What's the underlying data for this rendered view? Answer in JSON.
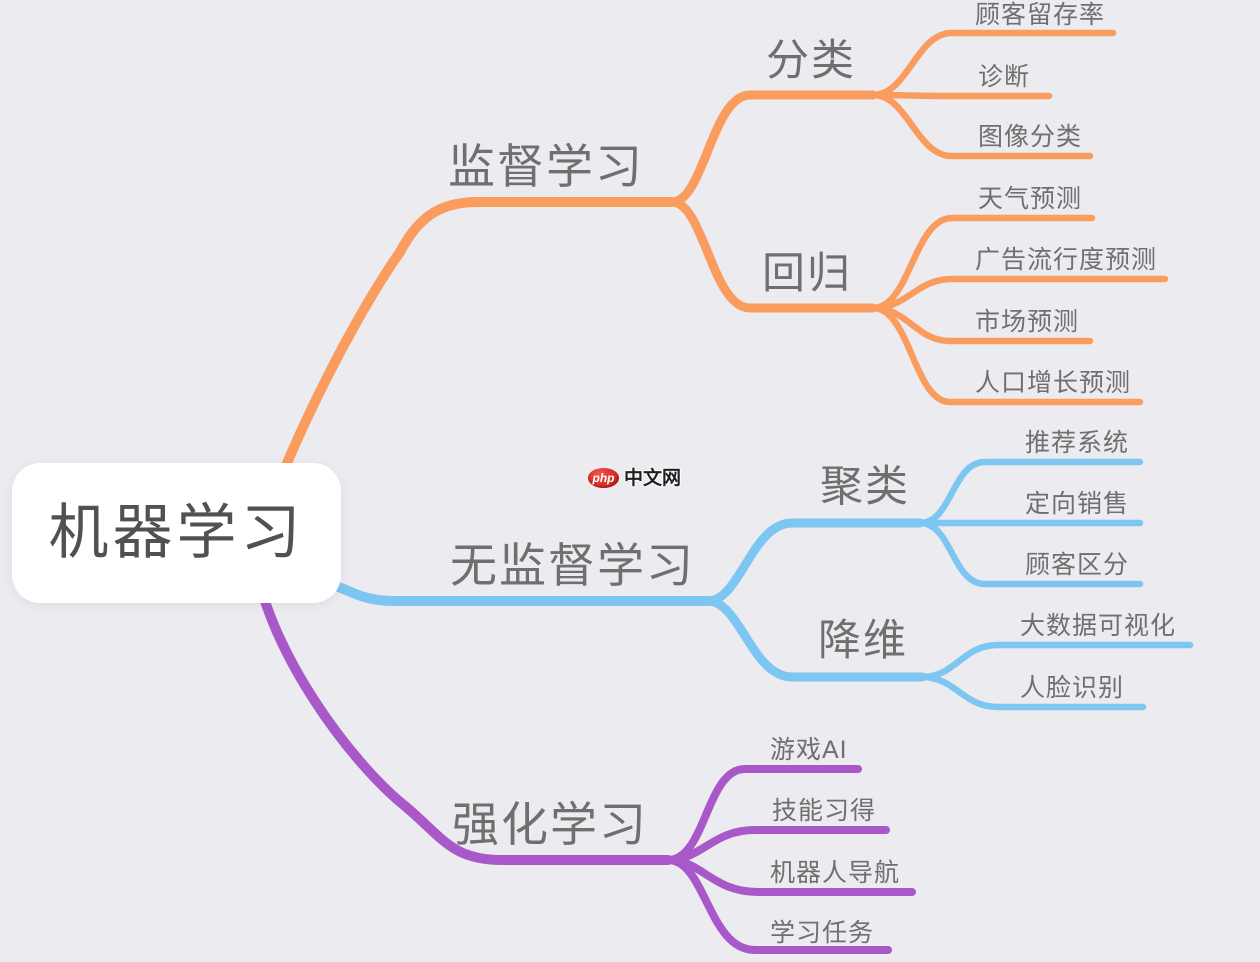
{
  "root": {
    "label": "机器学习"
  },
  "colors": {
    "background": "#ECEBEF",
    "orange": "#F99C5E",
    "blue": "#7DC6F1",
    "purple": "#A958C9",
    "label_gray": "#6F6F6F",
    "root_text": "#515151",
    "watermark_red": "#D92B24"
  },
  "watermark": {
    "logo_text": "php",
    "site_text": "中文网"
  },
  "branches": [
    {
      "label": "监督学习",
      "color": "#F99C5E",
      "children": [
        {
          "label": "分类",
          "children": [
            {
              "label": "顾客留存率"
            },
            {
              "label": "诊断"
            },
            {
              "label": "图像分类"
            }
          ]
        },
        {
          "label": "回归",
          "children": [
            {
              "label": "天气预测"
            },
            {
              "label": "广告流行度预测"
            },
            {
              "label": "市场预测"
            },
            {
              "label": "人口增长预测"
            }
          ]
        }
      ]
    },
    {
      "label": "无监督学习",
      "color": "#7DC6F1",
      "children": [
        {
          "label": "聚类",
          "children": [
            {
              "label": "推荐系统"
            },
            {
              "label": "定向销售"
            },
            {
              "label": "顾客区分"
            }
          ]
        },
        {
          "label": "降维",
          "children": [
            {
              "label": "大数据可视化"
            },
            {
              "label": "人脸识别"
            }
          ]
        }
      ]
    },
    {
      "label": "强化学习",
      "color": "#A958C9",
      "children": [
        {
          "label": "游戏AI"
        },
        {
          "label": "技能习得"
        },
        {
          "label": "机器人导航"
        },
        {
          "label": "学习任务"
        }
      ]
    }
  ]
}
